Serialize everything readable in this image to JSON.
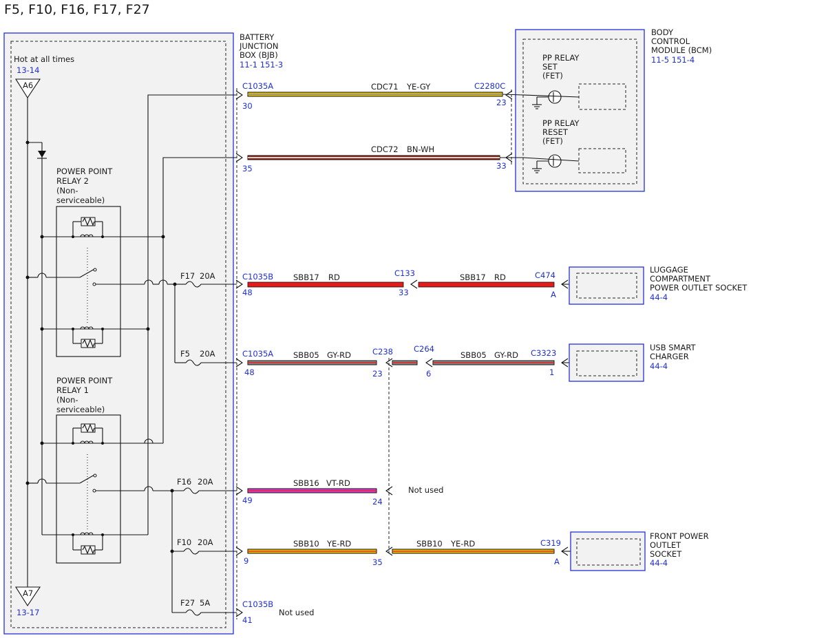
{
  "title": "F5, F10, F16, F17, F27",
  "colors": {
    "blue": "#1f2fd6",
    "YE": "#e8c20a",
    "GY": "#8a8a8a",
    "RD": "#e21b1b",
    "BN": "#8b2a1a",
    "WH": "#ffffff",
    "VT": "#d83fd0"
  },
  "left_module": {
    "hot_label": "Hot at all times",
    "hot_ref": "13-14",
    "top_connector": "A6",
    "bottom_connector": "A7",
    "bottom_ref": "13-17",
    "relay2_label": [
      "POWER POINT",
      "RELAY 2",
      "(Non-",
      "serviceable)"
    ],
    "relay1_label": [
      "POWER POINT",
      "RELAY 1",
      "(Non-",
      "serviceable)"
    ]
  },
  "bjb": {
    "label": [
      "BATTERY",
      "JUNCTION",
      "BOX (BJB)"
    ],
    "ref": "11-1   151-3"
  },
  "bcm": {
    "label": [
      "BODY",
      "CONTROL",
      "MODULE (BCM)"
    ],
    "ref": "11-5   151-4",
    "set_label": [
      "PP RELAY",
      "SET",
      "(FET)"
    ],
    "reset_label": [
      "PP RELAY",
      "RESET",
      "(FET)"
    ]
  },
  "fuses": [
    {
      "name": "F17",
      "rating": "20A"
    },
    {
      "name": "F5",
      "rating": "20A"
    },
    {
      "name": "F16",
      "rating": "20A"
    },
    {
      "name": "F10",
      "rating": "20A"
    },
    {
      "name": "F27",
      "rating": "5A"
    }
  ],
  "wires": {
    "cdc71": {
      "connector_left": "C1035A",
      "pin_left": "30",
      "circuit": "CDC71",
      "color": "YE-GY",
      "connector_right": "C2280C",
      "pin_right": "23"
    },
    "cdc72": {
      "pin_left": "35",
      "circuit": "CDC72",
      "color": "BN-WH",
      "pin_right": "33"
    },
    "sbb17": {
      "connector_left": "C1035B",
      "pin_left": "48",
      "circuit": "SBB17",
      "color": "RD",
      "connector_mid": "C133",
      "pin_mid": "33",
      "circuit2": "SBB17",
      "color2": "RD",
      "connector_right": "C474",
      "pin_right": "A"
    },
    "sbb05": {
      "connector_left": "C1035A",
      "pin_left": "48",
      "circuit": "SBB05",
      "color": "GY-RD",
      "connector_mid": "C238",
      "pin_mid": "23",
      "connector_mid2": "C264",
      "pin_mid2": "6",
      "circuit2": "SBB05",
      "color2": "GY-RD",
      "connector_right": "C3323",
      "pin_right": "1"
    },
    "sbb16": {
      "pin_left": "49",
      "circuit": "SBB16",
      "color": "VT-RD",
      "pin_mid": "24",
      "note": "Not used"
    },
    "sbb10": {
      "pin_left": "9",
      "circuit": "SBB10",
      "color": "YE-RD",
      "pin_mid": "35",
      "circuit2": "SBB10",
      "color2": "YE-RD",
      "connector_right": "C319",
      "pin_right": "A"
    },
    "f27": {
      "connector_left": "C1035B",
      "pin_left": "41",
      "note": "Not used"
    }
  },
  "components": {
    "luggage": {
      "label": [
        "LUGGAGE",
        "COMPARTMENT",
        "POWER OUTLET SOCKET"
      ],
      "ref": "44-4"
    },
    "usb": {
      "label": [
        "USB SMART",
        "CHARGER"
      ],
      "ref": "44-4"
    },
    "front": {
      "label": [
        "FRONT POWER",
        "OUTLET",
        "SOCKET"
      ],
      "ref": "44-4"
    }
  }
}
